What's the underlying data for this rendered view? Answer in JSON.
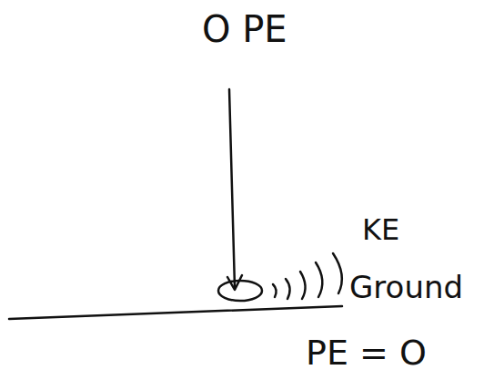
{
  "diagram": {
    "labels": [
      "O PE",
      "KE",
      "Ground",
      "PE = O"
    ]
  }
}
